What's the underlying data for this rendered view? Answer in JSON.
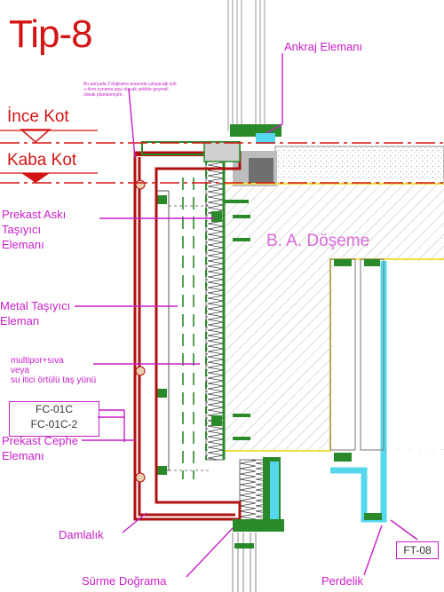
{
  "title": "Tip-8",
  "note": "Bu parçada 2 doğrama arasında çalışacağı için +-4cm oynama payı olacak şekilde geçmeli olarak planlanmıştır.",
  "levels": {
    "finish": "İnce Kot",
    "rough": "Kaba Kot"
  },
  "labels": {
    "anchor": "Ankraj Elemanı",
    "precast_hanger": [
      "Prekast Askı",
      "Taşıyıcı",
      "Elemanı"
    ],
    "slab": "B. A. Döşeme",
    "metal_carrier": [
      "Metal Taşıyıcı",
      "Eleman"
    ],
    "insulation": [
      "multipor+sıva",
      "veya",
      "su itici örtülü taş yünü"
    ],
    "facade_element": [
      "Prekast Cephe",
      "Elemanı"
    ],
    "drip": "Damlalık",
    "sliding_joinery": "Sürme Doğrama",
    "curtain_box": "Perdelik"
  },
  "codes": {
    "fc1": "FC-01C",
    "fc2": "FC-01C-2",
    "ft": "FT-08"
  },
  "colors": {
    "red": "#d41414",
    "magenta": "#c81ec8",
    "green": "#2a8a2a",
    "yellow": "#f0e040",
    "cyan": "#55d8ee",
    "grey": "#888888"
  }
}
